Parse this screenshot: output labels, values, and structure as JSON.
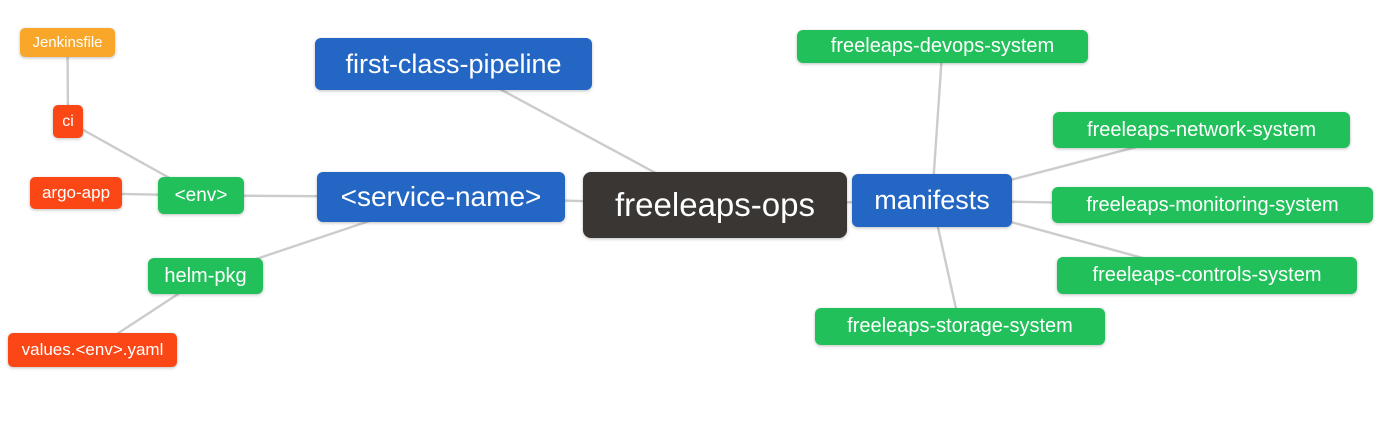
{
  "colors": {
    "blue": "#2366C4",
    "green": "#21C05A",
    "orange": "#F9A72B",
    "red": "#FB4616",
    "dark": "#3A3633",
    "line": "#CCCCCC",
    "text": "#FFFFFF",
    "background": "#FFFFFF"
  },
  "diagram": {
    "type": "mindmap",
    "root": "freeleaps-ops",
    "nodes": {
      "jenkinsfile": {
        "label": "Jenkinsfile",
        "color": "orange"
      },
      "ci": {
        "label": "ci",
        "color": "red"
      },
      "argo_app": {
        "label": "argo-app",
        "color": "red"
      },
      "env": {
        "label": "<env>",
        "color": "green"
      },
      "helm_pkg": {
        "label": "helm-pkg",
        "color": "green"
      },
      "values_env_yaml": {
        "label": "values.<env>.yaml",
        "color": "red"
      },
      "first_class_pipeline": {
        "label": "first-class-pipeline",
        "color": "blue"
      },
      "service_name": {
        "label": "<service-name>",
        "color": "blue"
      },
      "freeleaps_ops": {
        "label": "freeleaps-ops",
        "color": "dark"
      },
      "manifests": {
        "label": "manifests",
        "color": "blue"
      },
      "devops_system": {
        "label": "freeleaps-devops-system",
        "color": "green"
      },
      "network_system": {
        "label": "freeleaps-network-system",
        "color": "green"
      },
      "monitoring_system": {
        "label": "freeleaps-monitoring-system",
        "color": "green"
      },
      "controls_system": {
        "label": "freeleaps-controls-system",
        "color": "green"
      },
      "storage_system": {
        "label": "freeleaps-storage-system",
        "color": "green"
      }
    },
    "edges": [
      [
        "ci",
        "jenkinsfile"
      ],
      [
        "env",
        "ci"
      ],
      [
        "env",
        "argo_app"
      ],
      [
        "service_name",
        "env"
      ],
      [
        "service_name",
        "helm_pkg"
      ],
      [
        "helm_pkg",
        "values_env_yaml"
      ],
      [
        "freeleaps_ops",
        "first_class_pipeline"
      ],
      [
        "freeleaps_ops",
        "service_name"
      ],
      [
        "freeleaps_ops",
        "manifests"
      ],
      [
        "manifests",
        "devops_system"
      ],
      [
        "manifests",
        "network_system"
      ],
      [
        "manifests",
        "monitoring_system"
      ],
      [
        "manifests",
        "controls_system"
      ],
      [
        "manifests",
        "storage_system"
      ]
    ]
  }
}
